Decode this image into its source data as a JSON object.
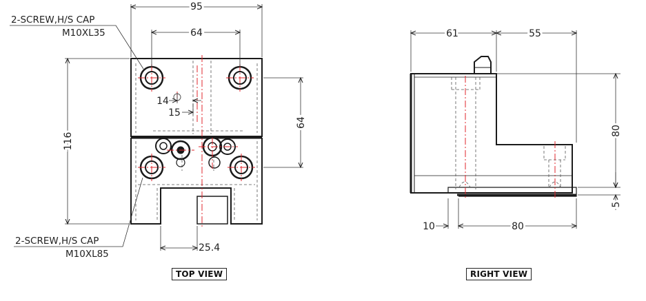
{
  "top_view": {
    "label": "TOP VIEW",
    "dims": {
      "overall_width": "95",
      "hole_spacing_top": "64",
      "height": "116",
      "hole_spacing_side": "64",
      "offset_a": "14",
      "offset_b": "15",
      "slot": "25.4"
    },
    "callout_top": {
      "line1": "2-SCREW,H/S CAP",
      "line2": "M10XL35"
    },
    "callout_bottom": {
      "line1": "2-SCREW,H/S CAP",
      "line2": "M10XL85"
    }
  },
  "right_view": {
    "label": "RIGHT VIEW",
    "dims": {
      "left_len": "61",
      "right_len": "55",
      "height": "80",
      "base_thk": "5",
      "offset": "10",
      "base_len": "80"
    }
  },
  "colors": {
    "line": "#1a1a1a",
    "centerline": "#e0252b",
    "hidden": "#555555"
  }
}
